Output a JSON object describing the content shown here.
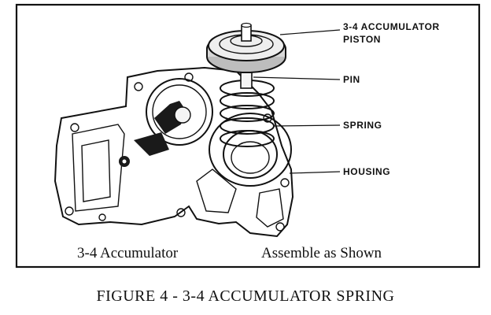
{
  "callouts": {
    "piston_line1": "3-4 ACCUMULATOR",
    "piston_line2": "PISTON",
    "pin": "PIN",
    "spring": "SPRING",
    "housing": "HOUSING"
  },
  "inner_captions": {
    "left": "3-4 Accumulator",
    "right": "Assemble as Shown"
  },
  "figure_caption": "FIGURE 4 - 3-4 ACCUMULATOR SPRING"
}
